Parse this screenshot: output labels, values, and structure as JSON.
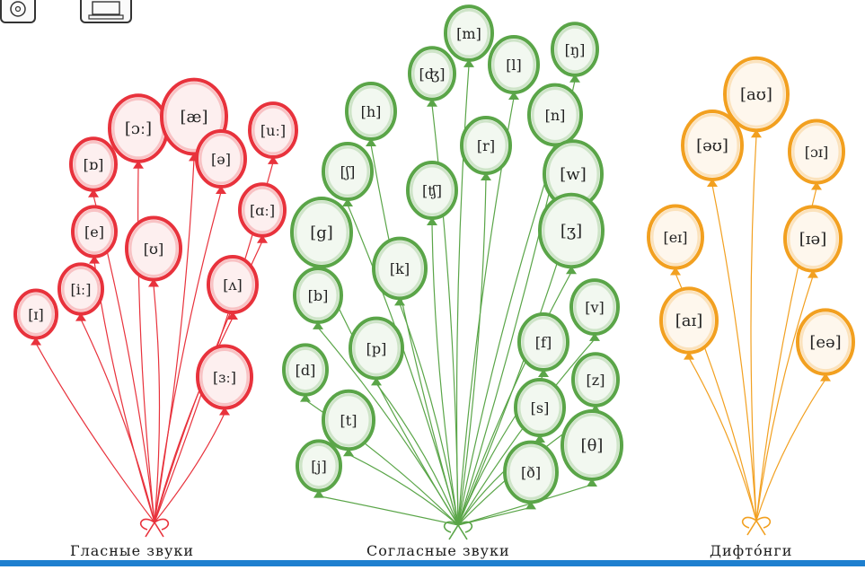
{
  "toolbar": {
    "icons": [
      "cd-icon",
      "computer-icon"
    ]
  },
  "groups": [
    {
      "caption": "Гласные звуки",
      "color": "#e8323c",
      "balloons": [
        "[ɪ]",
        "[iː]",
        "[e]",
        "[ɒ]",
        "[ɔː]",
        "[æ]",
        "[ə]",
        "[uː]",
        "[ɑː]",
        "[ʊ]",
        "[ʌ]",
        "[ɜː]"
      ]
    },
    {
      "caption": "Согласные звуки",
      "color": "#5aa548",
      "balloons": [
        "[m]",
        "[ʤ]",
        "[l]",
        "[ŋ]",
        "[h]",
        "[r]",
        "[n]",
        "[ʃ]",
        "[ʧ]",
        "[w]",
        "[g]",
        "[k]",
        "[ʒ]",
        "[b]",
        "[v]",
        "[p]",
        "[f]",
        "[d]",
        "[z]",
        "[t]",
        "[s]",
        "[θ]",
        "[j]",
        "[ð]"
      ]
    },
    {
      "caption": "Дифто́нги",
      "color": "#f2a020",
      "balloons": [
        "[aʊ]",
        "[əʊ]",
        "[ɔɪ]",
        "[eɪ]",
        "[ɪə]",
        "[aɪ]",
        "[eə]"
      ]
    }
  ]
}
